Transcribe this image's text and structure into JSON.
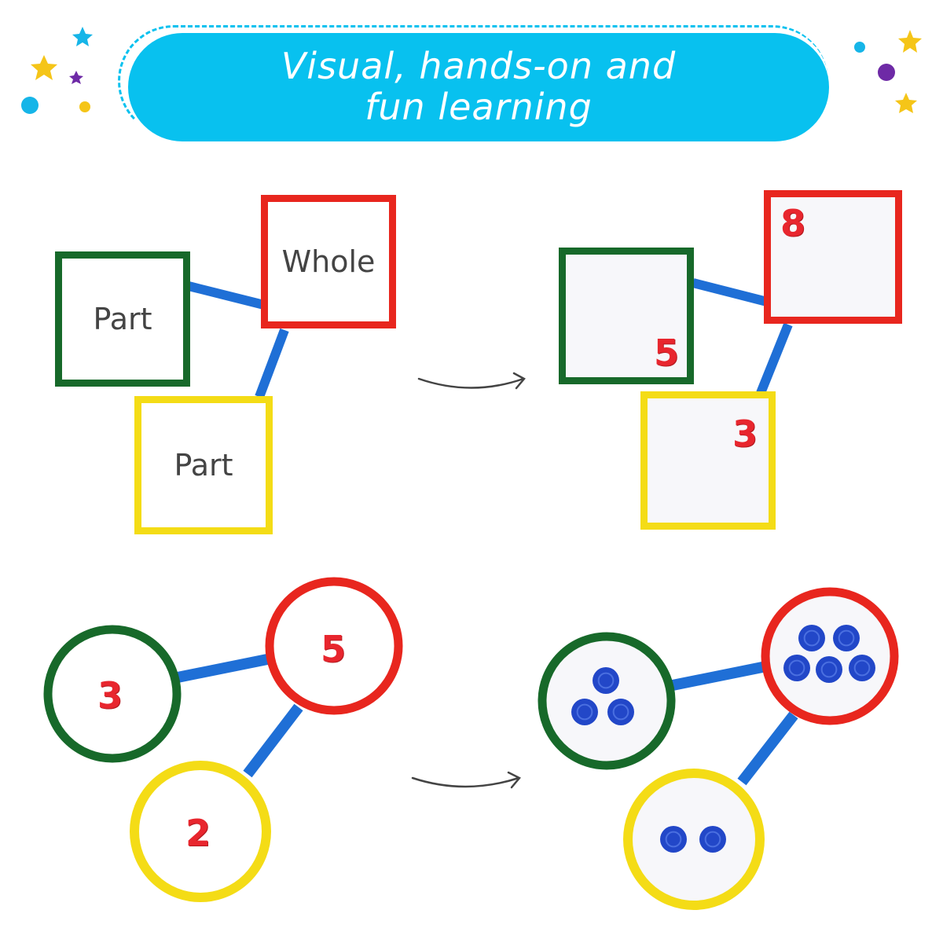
{
  "banner": {
    "line1": "Visual, hands-on and",
    "line2": "fun learning",
    "color": "#08c1ef"
  },
  "top_left": {
    "whole_label": "Whole",
    "part1_label": "Part",
    "part2_label": "Part"
  },
  "top_right": {
    "whole_number": "8",
    "part1_number": "5",
    "part2_number": "3",
    "whole_count": 8,
    "part1_count": 5,
    "part2_count": 3
  },
  "bottom_left": {
    "whole_number": "5",
    "part1_number": "3",
    "part2_number": "2"
  },
  "bottom_right": {
    "whole_count": 5,
    "part1_count": 3,
    "part2_count": 2
  },
  "colors": {
    "green": "#17692a",
    "red": "#e8261e",
    "yellow": "#f4dc16",
    "link": "#1f6fd6",
    "counter": "#2247c8",
    "number": "#e8262e"
  }
}
